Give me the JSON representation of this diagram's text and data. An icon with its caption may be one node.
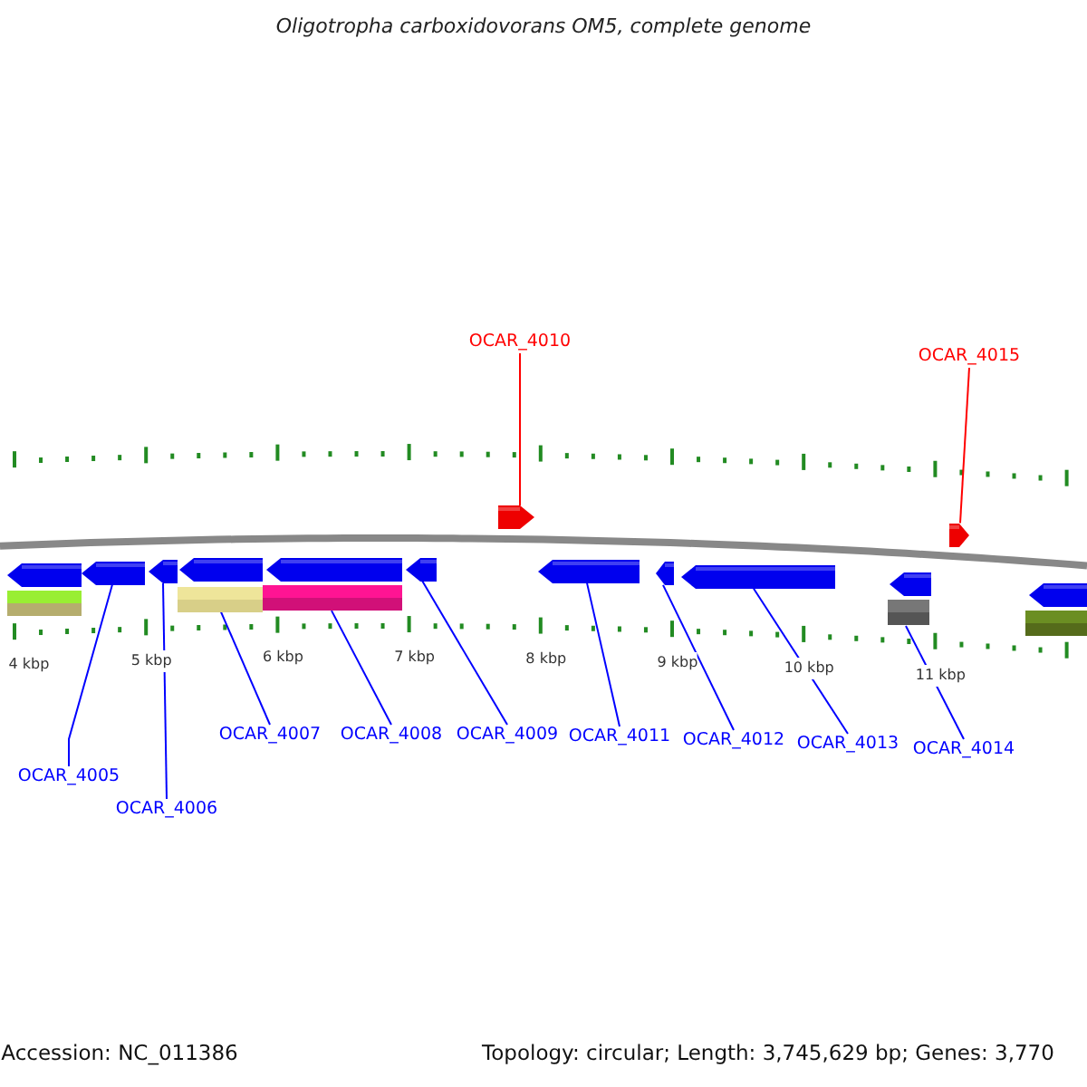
{
  "diagram": {
    "title": "Oligotropha carboxidovorans OM5, complete genome",
    "nodes": [
      {
        "text": [
          "OCAR_4010"
        ]
      },
      {
        "text": [
          "OCAR_4015"
        ]
      },
      {
        "text": [
          "OCAR_4005"
        ]
      },
      {
        "text": [
          "OCAR_4006"
        ]
      },
      {
        "text": [
          "OCAR_4007"
        ]
      },
      {
        "text": [
          "OCAR_4008"
        ]
      },
      {
        "text": [
          "OCAR_4009"
        ]
      },
      {
        "text": [
          "OCAR_4011"
        ]
      },
      {
        "text": [
          "OCAR_4012"
        ]
      },
      {
        "text": [
          "OCAR_4013"
        ]
      },
      {
        "text": [
          "OCAR_4014"
        ]
      },
      {
        "text": [],
        "shape": "arrow"
      },
      {
        "text": [],
        "shape": "arrow"
      },
      {
        "text": [],
        "shape": "arrow"
      },
      {
        "text": [],
        "shape": "arrow"
      },
      {
        "text": [],
        "shape": "arrow"
      },
      {
        "text": [],
        "shape": "arrow"
      },
      {
        "text": [],
        "shape": "arrow"
      },
      {
        "text": [],
        "shape": "arrow"
      },
      {
        "text": [],
        "shape": "arrow"
      },
      {
        "text": [],
        "shape": "arrow"
      },
      {
        "text": [],
        "shape": "arrow"
      },
      {
        "text": [],
        "shape": "arrow"
      },
      {
        "text": [],
        "shape": "arrow"
      },
      {
        "text": [],
        "shape": "bar"
      },
      {
        "text": [],
        "shape": "bar"
      },
      {
        "text": [],
        "shape": "bar"
      },
      {
        "text": [],
        "shape": "bar"
      },
      {
        "text": [],
        "shape": "bar"
      }
    ],
    "edges": [
      {
        "from": 0,
        "to": 22,
        "arrow": "none",
        "color": "#ff0000"
      },
      {
        "from": 1,
        "to": 23,
        "arrow": "none",
        "color": "#ff0000"
      },
      {
        "from": 2,
        "to": 12,
        "arrow": "none"
      },
      {
        "from": 3,
        "to": 13,
        "arrow": "none"
      },
      {
        "from": 4,
        "to": 25,
        "arrow": "none"
      },
      {
        "from": 5,
        "to": 26,
        "arrow": "none"
      },
      {
        "from": 6,
        "to": 16,
        "arrow": "none"
      },
      {
        "from": 7,
        "to": 17,
        "arrow": "none"
      },
      {
        "from": 8,
        "to": 18,
        "arrow": "none"
      },
      {
        "from": 9,
        "to": 19,
        "arrow": "none"
      },
      {
        "from": 10,
        "to": 27,
        "arrow": "none"
      }
    ],
    "labels": [
      "4 kbp",
      "5 kbp",
      "6 kbp",
      "7 kbp",
      "8 kbp",
      "9 kbp",
      "10 kbp",
      "11 kbp",
      "Accession: NC_011386",
      "Topology: circular; Length: 3,745,629 bp; Genes: 3,770"
    ]
  }
}
